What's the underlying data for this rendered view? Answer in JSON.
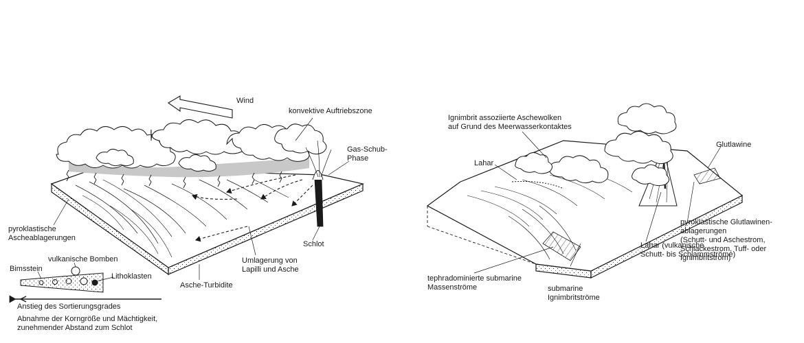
{
  "colors": {
    "ink": "#1a1a1a",
    "haze": "#c8c8c8",
    "paper": "#ffffff"
  },
  "left_diagram": {
    "wind": "Wind",
    "convective_zone": "konvektive Auftriebszone",
    "gas_thrust": "Gas-Schub-\nPhase",
    "pyroclastic_ash": "pyroklastische\nAscheablagerungen",
    "vent": "Schlot",
    "redeposition": "Umlagerung von\nLapilli und Asche",
    "ash_turbidite": "Asche-Turbidite"
  },
  "legend": {
    "pumice": "Bimsstein",
    "bombs": "vulkanische Bomben",
    "lithics": "Lithoklasten",
    "sorting": "Anstieg des Sortierungsgrades",
    "grain_size": "Abnahme der Korngröße und Mächtigkeit,\nzunehmender Abstand zum Schlot"
  },
  "right_diagram": {
    "ignimbrite_clouds": "Ignimbrit assoziierte Aschewolken\nauf Grund des Meerwasserkontaktes",
    "lahar": "Lahar",
    "glowing_avalanche": "Glutlawine",
    "pyro_avalanche_deposits": "pyroklastische Glutlawinen-\nablagerungen\n(Schutt- und Aschestrom,\nSchlackestrom, Tuff- oder\nIgnimbritstrom)",
    "lahar_volcanic": "Lahar (vulkanische\nSchutt- bis Schlammströme)",
    "tephra_flows": "tephradominierte submarine\nMassenströme",
    "submarine_ignimbrite": "submarine\nIgnimbritströme"
  }
}
